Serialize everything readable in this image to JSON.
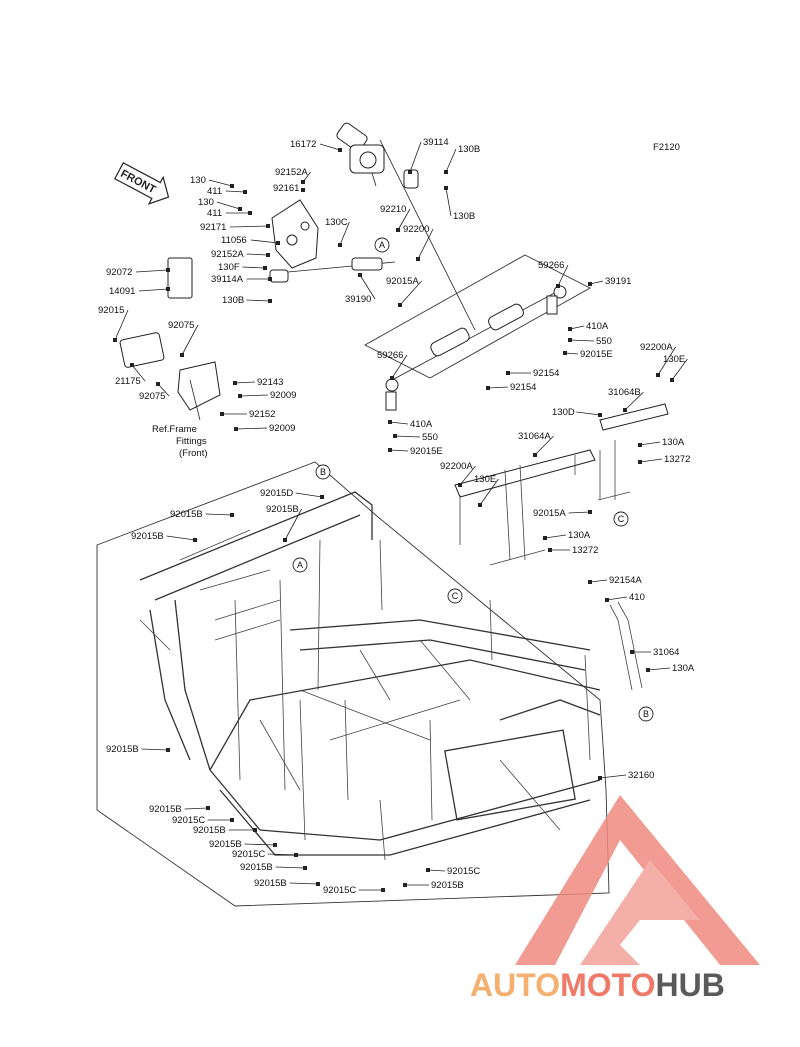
{
  "diagram_code": "F2120",
  "front_arrow_label": "FRONT",
  "ref_note": [
    "Ref.Frame",
    "Fittings",
    "(Front)"
  ],
  "callouts": {
    "A": "A",
    "B": "B",
    "C": "C"
  },
  "labels": [
    {
      "id": "l16172",
      "text": "16172"
    },
    {
      "id": "l39114",
      "text": "39114"
    },
    {
      "id": "l130B_a",
      "text": "130B"
    },
    {
      "id": "l130B_b",
      "text": "130B"
    },
    {
      "id": "l130_a",
      "text": "130"
    },
    {
      "id": "l92152A_a",
      "text": "92152A"
    },
    {
      "id": "l411_a",
      "text": "411"
    },
    {
      "id": "l92161",
      "text": "92161"
    },
    {
      "id": "l130_b",
      "text": "130"
    },
    {
      "id": "l411_b",
      "text": "411"
    },
    {
      "id": "l92171",
      "text": "92171"
    },
    {
      "id": "l130C",
      "text": "130C"
    },
    {
      "id": "l92210",
      "text": "92210"
    },
    {
      "id": "l11056",
      "text": "11056"
    },
    {
      "id": "l92200",
      "text": "92200"
    },
    {
      "id": "l92152A_b",
      "text": "92152A"
    },
    {
      "id": "l130F",
      "text": "130F"
    },
    {
      "id": "l39114A",
      "text": "39114A"
    },
    {
      "id": "l92015A_a",
      "text": "92015A"
    },
    {
      "id": "l39190",
      "text": "39190"
    },
    {
      "id": "l130B_c",
      "text": "130B"
    },
    {
      "id": "l92072",
      "text": "92072"
    },
    {
      "id": "l14091",
      "text": "14091"
    },
    {
      "id": "l59266_a",
      "text": "59266"
    },
    {
      "id": "l39191",
      "text": "39191"
    },
    {
      "id": "l92015",
      "text": "92015"
    },
    {
      "id": "l92075_a",
      "text": "92075"
    },
    {
      "id": "l410A_a",
      "text": "410A"
    },
    {
      "id": "l550_a",
      "text": "550"
    },
    {
      "id": "l92015E_a",
      "text": "92015E"
    },
    {
      "id": "l92200A_a",
      "text": "92200A"
    },
    {
      "id": "l130E_a",
      "text": "130E"
    },
    {
      "id": "l59266_b",
      "text": "59266"
    },
    {
      "id": "l92154_a",
      "text": "92154"
    },
    {
      "id": "l92154_b",
      "text": "92154"
    },
    {
      "id": "l21175",
      "text": "21175"
    },
    {
      "id": "l92143",
      "text": "92143"
    },
    {
      "id": "l92075_b",
      "text": "92075"
    },
    {
      "id": "l92009_a",
      "text": "92009"
    },
    {
      "id": "l31064B",
      "text": "31064B"
    },
    {
      "id": "l92152",
      "text": "92152"
    },
    {
      "id": "l92009_b",
      "text": "92009"
    },
    {
      "id": "l130D",
      "text": "130D"
    },
    {
      "id": "l410A_b",
      "text": "410A"
    },
    {
      "id": "l31064A",
      "text": "31064A"
    },
    {
      "id": "l550_b",
      "text": "550"
    },
    {
      "id": "l130A_a",
      "text": "130A"
    },
    {
      "id": "l92015E_b",
      "text": "92015E"
    },
    {
      "id": "l13272_a",
      "text": "13272"
    },
    {
      "id": "l92200A_b",
      "text": "92200A"
    },
    {
      "id": "l130E_b",
      "text": "130E"
    },
    {
      "id": "l92015D",
      "text": "92015D"
    },
    {
      "id": "l92015B_1",
      "text": "92015B"
    },
    {
      "id": "l92015B_2",
      "text": "92015B"
    },
    {
      "id": "l92015A_b",
      "text": "92015A"
    },
    {
      "id": "l92015B_3",
      "text": "92015B"
    },
    {
      "id": "l130A_b",
      "text": "130A"
    },
    {
      "id": "l13272_b",
      "text": "13272"
    },
    {
      "id": "l92154A",
      "text": "92154A"
    },
    {
      "id": "l410",
      "text": "410"
    },
    {
      "id": "l31064",
      "text": "31064"
    },
    {
      "id": "l130A_c",
      "text": "130A"
    },
    {
      "id": "l92015B_4",
      "text": "92015B"
    },
    {
      "id": "l32160",
      "text": "32160"
    },
    {
      "id": "l92015B_5",
      "text": "92015B"
    },
    {
      "id": "l92015C_1",
      "text": "92015C"
    },
    {
      "id": "l92015B_6",
      "text": "92015B"
    },
    {
      "id": "l92015B_7",
      "text": "92015B"
    },
    {
      "id": "l92015C_2",
      "text": "92015C"
    },
    {
      "id": "l92015B_8",
      "text": "92015B"
    },
    {
      "id": "l92015B_9",
      "text": "92015B"
    },
    {
      "id": "l92015C_3",
      "text": "92015C"
    },
    {
      "id": "l92015B_10",
      "text": "92015B"
    },
    {
      "id": "l92015C_4",
      "text": "92015C"
    }
  ],
  "watermark": {
    "part1": "AUTO",
    "part2": "MOTO",
    "part3": "HUB",
    "color_part1": "#f5b070",
    "color_part2": "#f07a6a",
    "color_part3": "#5a5a5a",
    "logo_color": "#ef8a80"
  }
}
